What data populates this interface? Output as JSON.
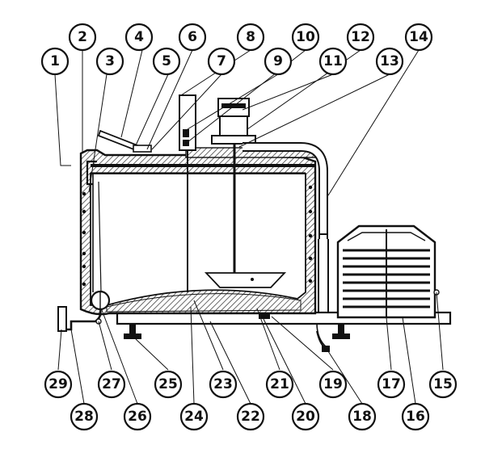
{
  "diagram": {
    "type": "exploded-parts-drawing",
    "colors": {
      "ink": "#111111",
      "paper": "#ffffff",
      "hatch": "#444444"
    },
    "callouts": [
      "1",
      "2",
      "3",
      "4",
      "5",
      "6",
      "7",
      "8",
      "9",
      "10",
      "11",
      "12",
      "13",
      "14",
      "15",
      "16",
      "17",
      "18",
      "19",
      "20",
      "21",
      "22",
      "23",
      "24",
      "25",
      "26",
      "27",
      "28",
      "29"
    ]
  }
}
